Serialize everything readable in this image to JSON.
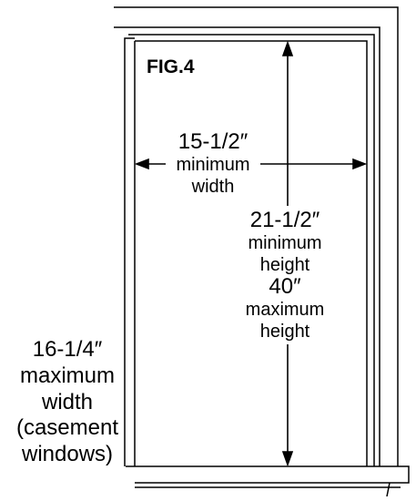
{
  "figure": {
    "title": "FIG.4",
    "min_width": {
      "value": "15-1/2″",
      "line1": "minimum",
      "line2": "width"
    },
    "height": {
      "min_value": "21-1/2″",
      "min_line1": "minimum",
      "min_line2": "height",
      "max_value": "40″",
      "max_line1": "maximum",
      "max_line2": "height"
    },
    "casement": {
      "value": "16-1/4″",
      "line1": "maximum",
      "line2": "width",
      "line3": "(casement",
      "line4": "windows)"
    }
  }
}
